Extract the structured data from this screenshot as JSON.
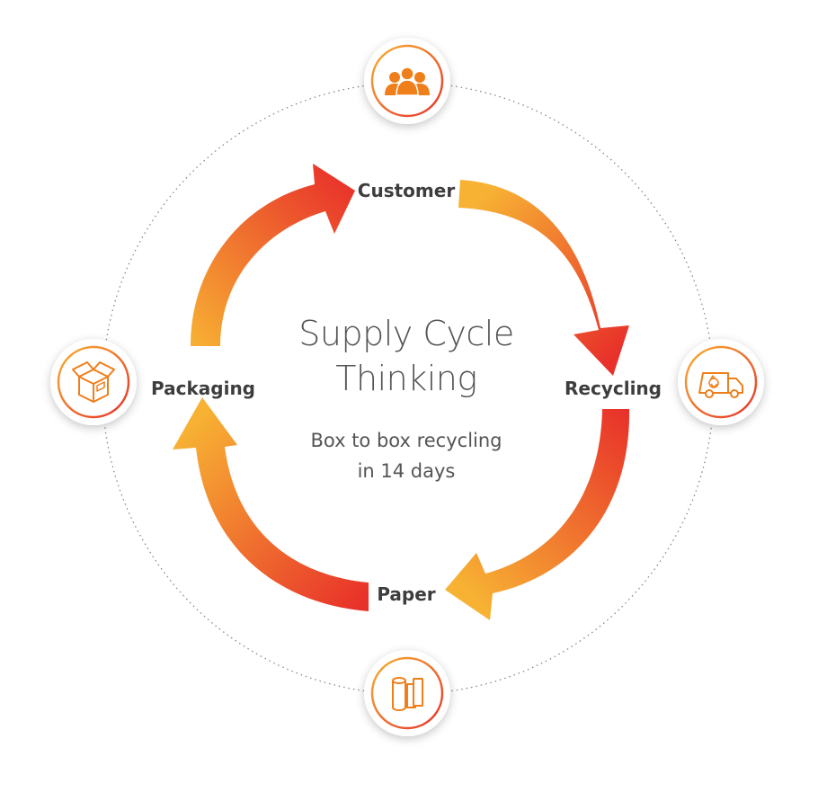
{
  "title": {
    "line1": "Supply Cycle",
    "line2": "Thinking"
  },
  "subtitle": {
    "line1": "Box to box recycling",
    "line2": "in 14 days"
  },
  "stages": [
    {
      "label": "Customer",
      "icon": "customers-icon"
    },
    {
      "label": "Recycling",
      "icon": "recycling-truck-icon"
    },
    {
      "label": "Paper",
      "icon": "paper-rolls-icon"
    },
    {
      "label": "Packaging",
      "icon": "box-icon"
    }
  ],
  "colors": {
    "arrow_light": "#F7B233",
    "arrow_dark": "#E8312A",
    "icon_orange": "#EF7F1A",
    "ring_gold": "#F5A623",
    "text": "#3d3d3d"
  }
}
